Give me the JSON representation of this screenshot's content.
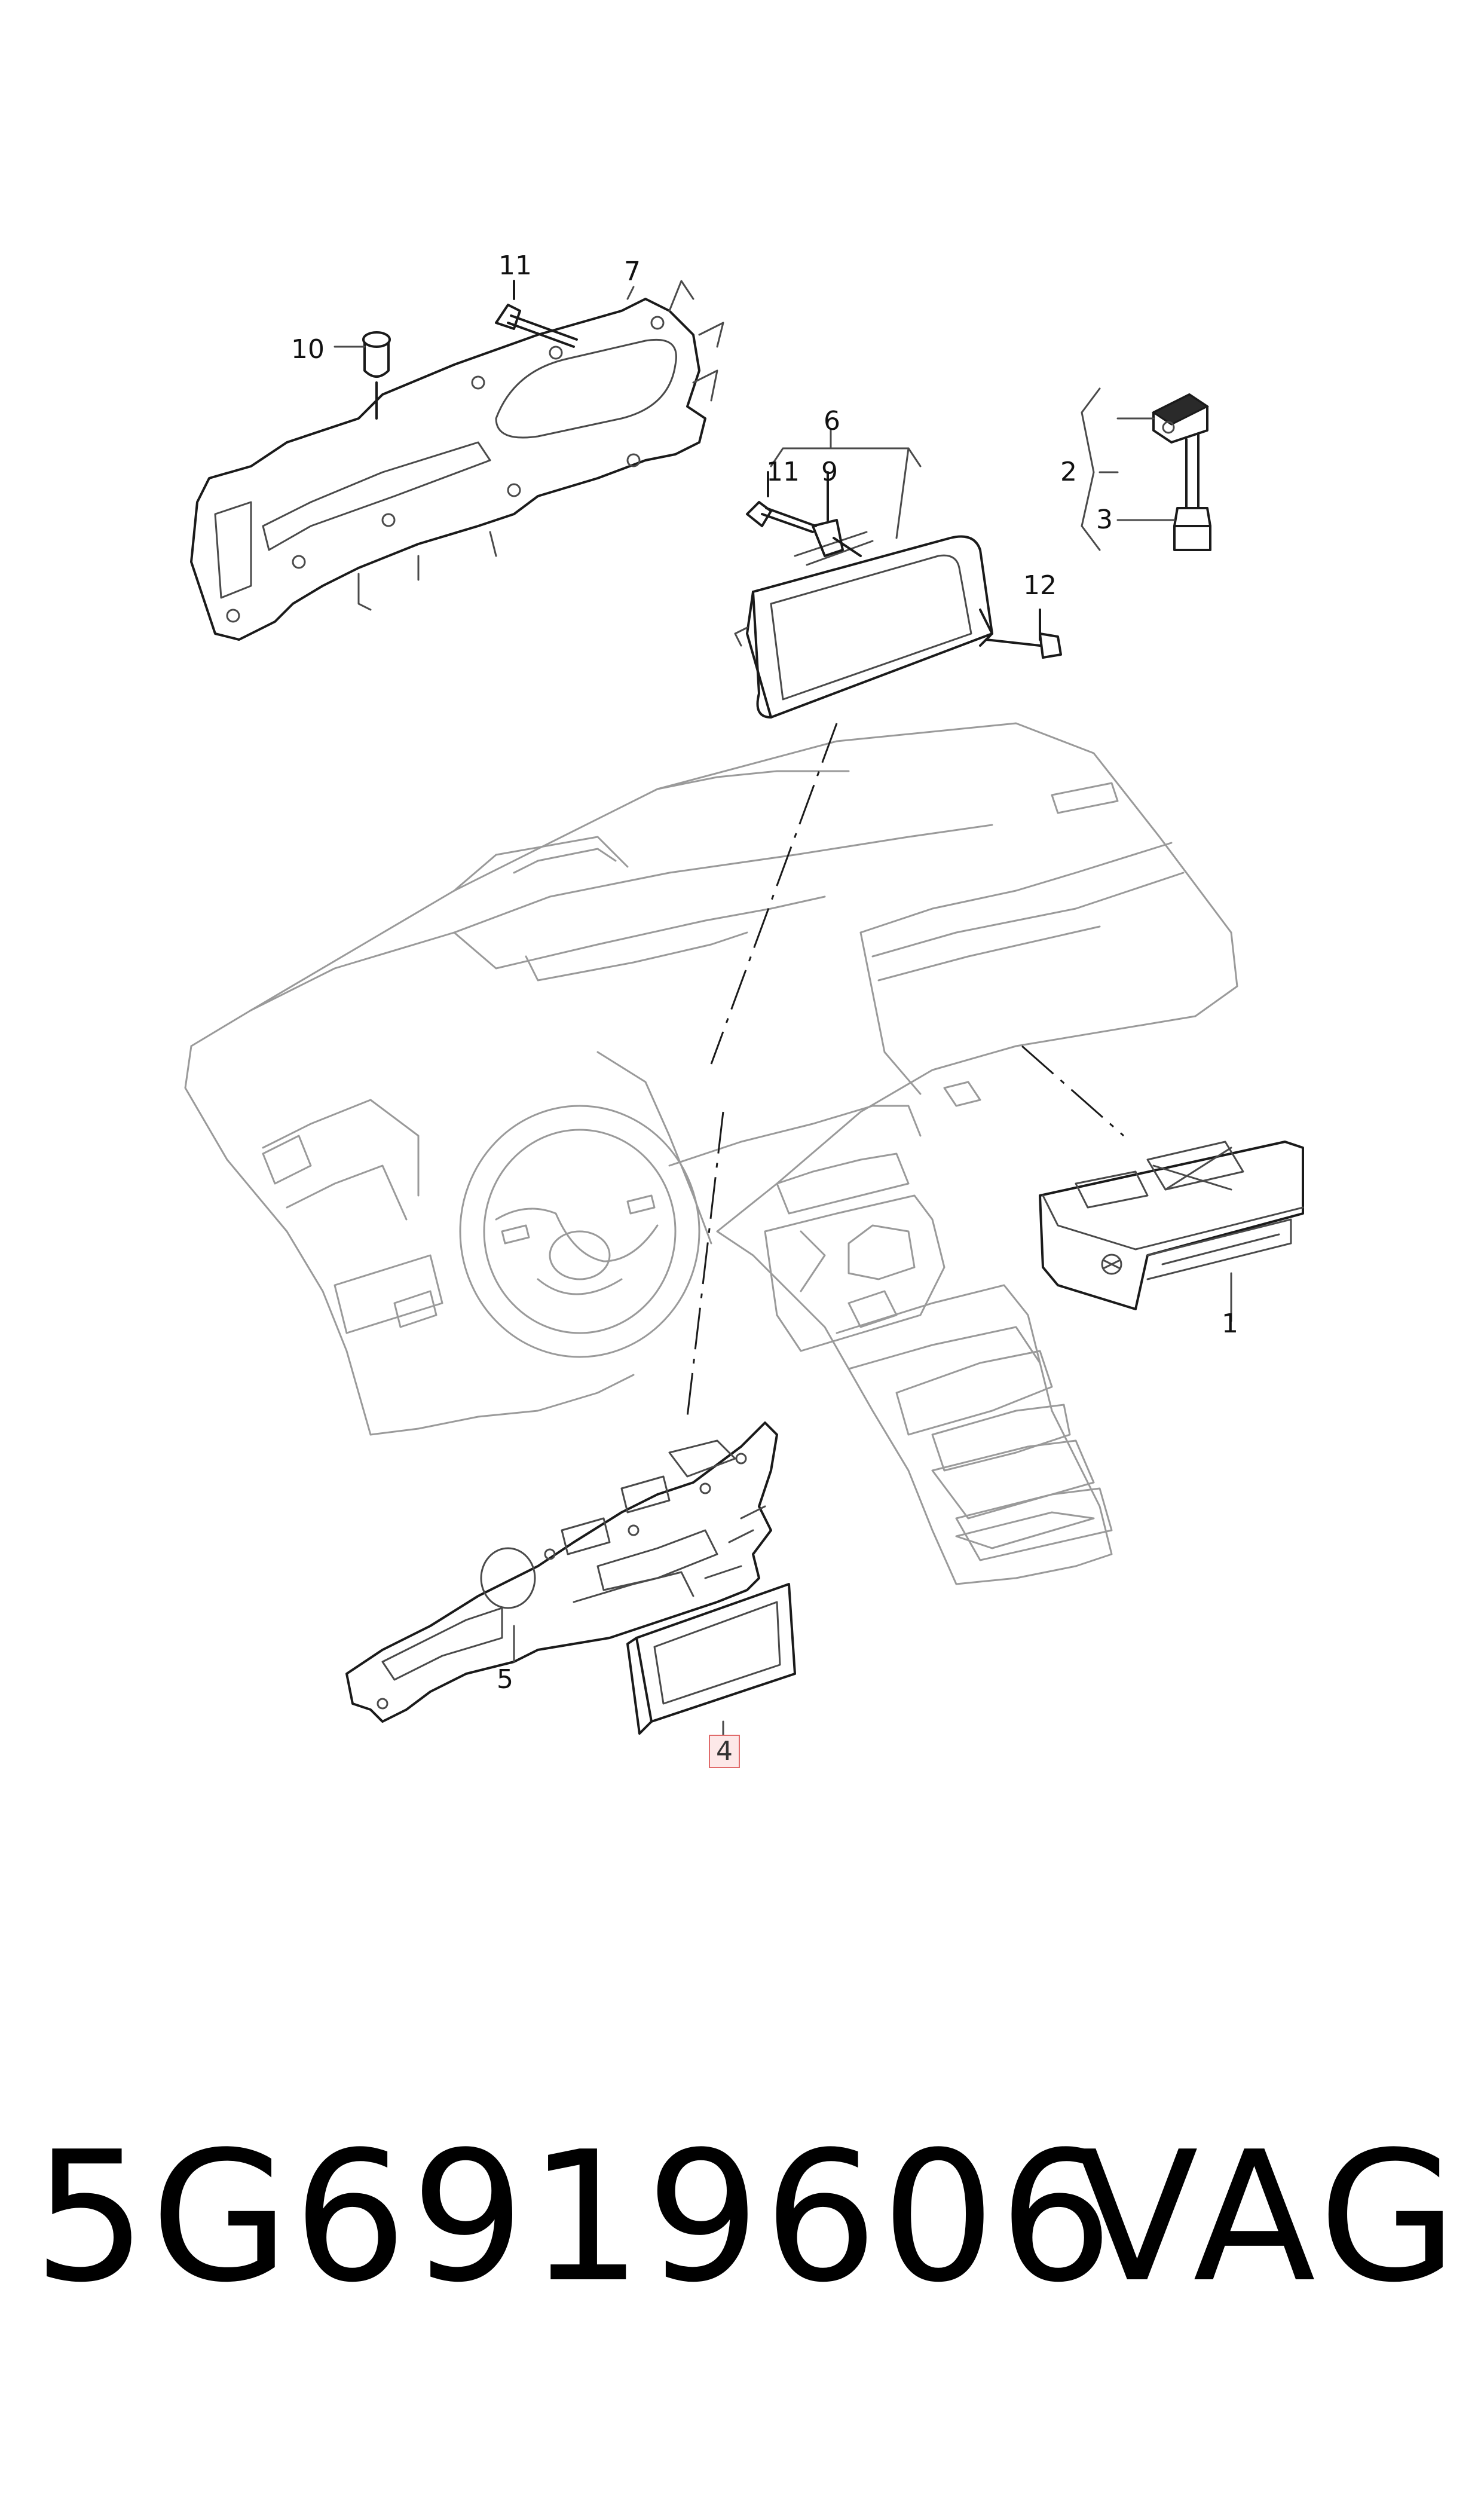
{
  "callouts": [
    {
      "id": "c1",
      "text": "1"
    },
    {
      "id": "c2",
      "text": "2"
    },
    {
      "id": "c3",
      "text": "3"
    },
    {
      "id": "c4",
      "text": "4",
      "highlighted": true
    },
    {
      "id": "c5",
      "text": "5"
    },
    {
      "id": "c6",
      "text": "6"
    },
    {
      "id": "c7",
      "text": "7"
    },
    {
      "id": "c9",
      "text": "9"
    },
    {
      "id": "c10",
      "text": "10"
    },
    {
      "id": "c11a",
      "text": "11"
    },
    {
      "id": "c11b",
      "text": "11"
    },
    {
      "id": "c12",
      "text": "12"
    }
  ],
  "footer": {
    "part_number": "5G6919606",
    "brand": "VAG"
  },
  "colors": {
    "highlight_border": "#e06a6a",
    "highlight_fill": "#fde8e8"
  }
}
